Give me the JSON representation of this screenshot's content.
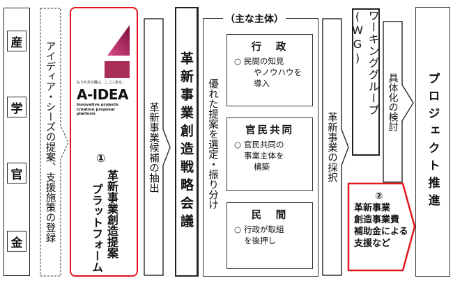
{
  "stakeholders": [
    "産",
    "学",
    "官",
    "金"
  ],
  "registration_text": "アイディア・シーズの提案、支援施策の登録",
  "platform": {
    "logo_tagline_jp": "もう片方の翼は、ここにある。",
    "logo_name": "A-IDEA",
    "logo_tagline_en": [
      "Innovative projects",
      "creation proposal",
      "platform"
    ],
    "number": "①",
    "lines": [
      "革新事業創造提案",
      "プラットフォーム"
    ]
  },
  "extraction_text": "革新事業候補の抽出",
  "strategy_meeting": "革新事業創造戦略会議",
  "actors": {
    "title": "（主な主体）",
    "selection_text": "優れた提案を選定・振り分け",
    "items": [
      {
        "title": "行　政",
        "desc": [
          "民間の知見",
          "やノウハウを",
          "導入"
        ]
      },
      {
        "title": "官民共同",
        "desc": [
          "官民共同の",
          "事業主体を",
          "構築"
        ]
      },
      {
        "title": "民　間",
        "desc": [
          "行政が取組",
          "を後押し"
        ]
      }
    ],
    "bullet": "○"
  },
  "adoption_text": "革新事業の採択",
  "working_group": "ワーキンググループ(WG)",
  "concrete_study": "具体化の検討",
  "subsidy": {
    "number": "②",
    "lines": [
      "革新事業",
      "創造事業費",
      "補助金による",
      "支援など"
    ]
  },
  "project_promotion": "プロジェクト推進",
  "colors": {
    "accent_red": "#e2161d",
    "logo_magenta": "#c2185b"
  }
}
